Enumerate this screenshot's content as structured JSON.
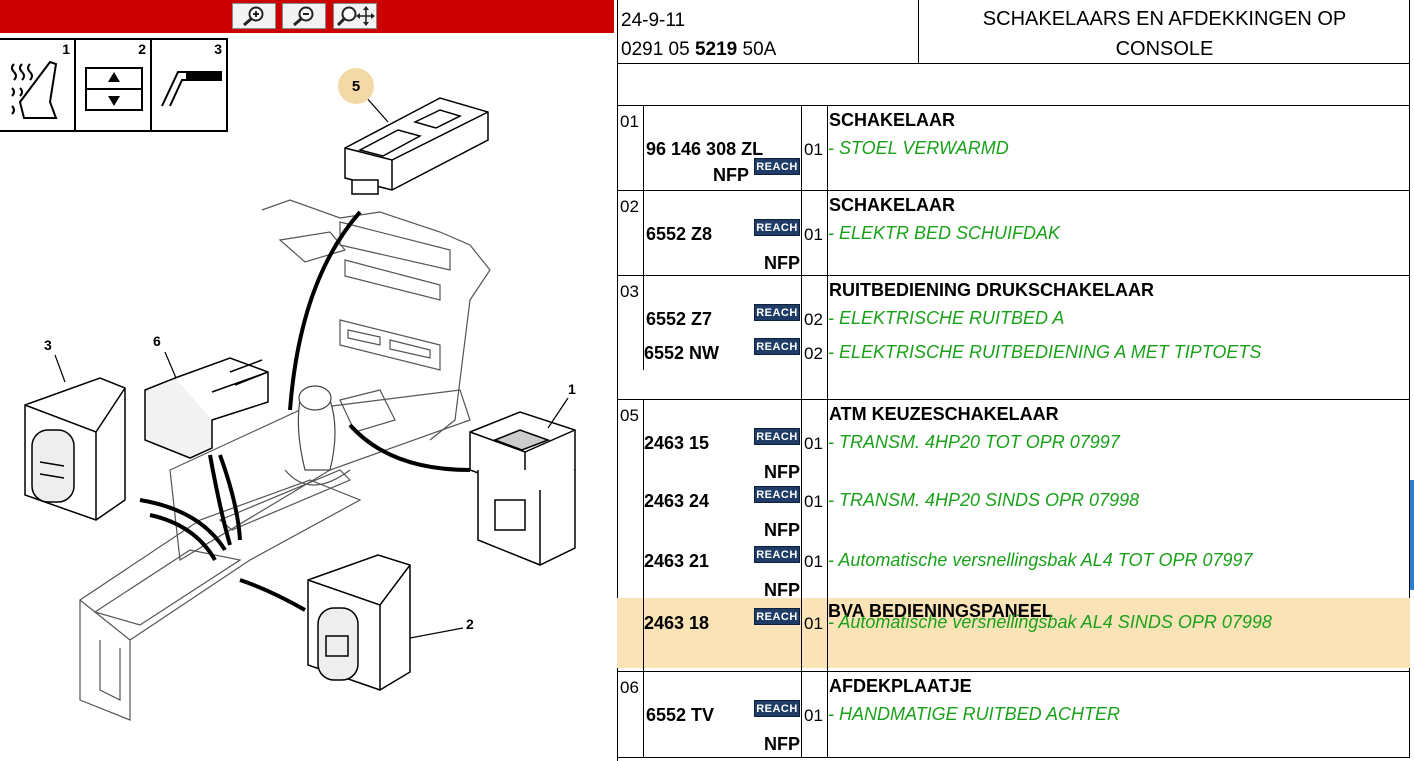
{
  "toolbar": {
    "color": "#cc0000",
    "buttons": [
      {
        "name": "zoom-in-icon"
      },
      {
        "name": "zoom-out-icon"
      },
      {
        "name": "zoom-pan-icon"
      }
    ]
  },
  "legend": [
    {
      "num": "1",
      "icon": "seat-heating-icon"
    },
    {
      "num": "2",
      "icon": "up-down-arrows-icon"
    },
    {
      "num": "3",
      "icon": "sunroof-icon"
    }
  ],
  "callouts": {
    "c1": "1",
    "c2": "2",
    "c3": "3",
    "c5": "5",
    "c6": "6"
  },
  "header": {
    "date": "24-9-11",
    "ref_prefix": "0291 05 ",
    "ref_bold": "5219",
    "ref_suffix": " 50A",
    "title_line1": "SCHAKELAARS EN AFDEKKINGEN OP",
    "title_line2": "CONSOLE"
  },
  "reach_label": "REACH",
  "nfp_label": "NFP",
  "groups": [
    {
      "num": "01",
      "title": "SCHAKELAAR",
      "parts": [
        {
          "pn": "96 146 308 ZL",
          "qty": "01",
          "desc": "- STOEL VERWARMD",
          "nfp": true
        }
      ]
    },
    {
      "num": "02",
      "title": "SCHAKELAAR",
      "parts": [
        {
          "pn": "6552 Z8",
          "qty": "01",
          "desc": "- ELEKTR BED SCHUIFDAK",
          "nfp": true
        }
      ]
    },
    {
      "num": "03",
      "title": "RUITBEDIENING DRUKSCHAKELAAR",
      "parts": [
        {
          "pn": "6552 Z7",
          "qty": "02",
          "desc": "- ELEKTRISCHE RUITBED A",
          "nfp": false
        },
        {
          "pn": "6552 NW",
          "qty": "02",
          "desc": "- ELEKTRISCHE RUITBEDIENING A MET TIPTOETS",
          "nfp": false
        }
      ]
    },
    {
      "num": "05",
      "title": "ATM KEUZESCHAKELAAR",
      "parts": [
        {
          "pn": "2463 15",
          "qty": "01",
          "desc": "- TRANSM. 4HP20 TOT OPR 07997",
          "nfp": true
        },
        {
          "pn": "2463 24",
          "qty": "01",
          "desc": "- TRANSM. 4HP20 SINDS OPR 07998",
          "nfp": true
        },
        {
          "pn": "2463 21",
          "qty": "01",
          "desc": "- Automatische versnellingsbak AL4 TOT OPR 07997",
          "nfp": true
        },
        {
          "subtitle": "BVA BEDIENINGSPANEEL",
          "pn": "2463 18",
          "qty": "01",
          "desc": "- Automatische versnellingsbak AL4 SINDS OPR 07998",
          "nfp": false,
          "highlight": true
        }
      ]
    },
    {
      "num": "06",
      "title": "AFDEKPLAATJE",
      "parts": [
        {
          "pn": "6552 TV",
          "qty": "01",
          "desc": "- HANDMATIGE RUITBED ACHTER",
          "nfp": true
        }
      ]
    }
  ],
  "colors": {
    "desc_green": "#1aa11a",
    "highlight": "#fbe3b8",
    "reach_bg": "#1f3c66",
    "callout_bubble": "#f3d9a6"
  }
}
